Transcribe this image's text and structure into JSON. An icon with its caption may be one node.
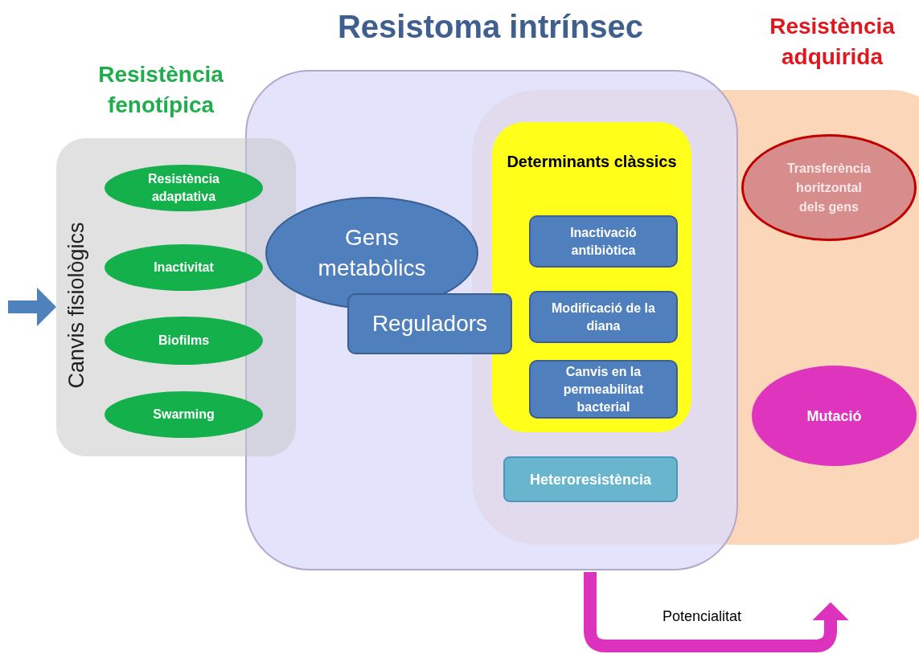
{
  "diagram": {
    "nodes": [
      {
        "text": [
          "Resistència fenotípica",
          "Canvis fisiològics"
        ]
      },
      {
        "text": [
          "Resistència adaptativa"
        ],
        "in": 0
      },
      {
        "text": [
          "Inactivitat"
        ],
        "in": 0
      },
      {
        "text": [
          "Biofilms"
        ],
        "in": 0
      },
      {
        "text": [
          "Swarming"
        ],
        "in": 0
      },
      {
        "text": [
          "Resistoma intrínsec"
        ]
      },
      {
        "text": [
          "Gens metabòlics"
        ],
        "in": 5
      },
      {
        "text": [
          "Reguladors"
        ],
        "in": 5
      },
      {
        "text": [
          "Resistència adquirida"
        ]
      },
      {
        "text": [
          "Determinants clàssics"
        ]
      },
      {
        "text": [
          "Inactivació antibiòtica"
        ],
        "in": 9
      },
      {
        "text": [
          "Modificació de la diana"
        ],
        "in": 9
      },
      {
        "text": [
          "Canvis en la permeabilitat bacterial"
        ],
        "in": 9
      },
      {
        "text": [
          "Heteroresistència"
        ]
      },
      {
        "text": [
          "Transferència horitzontal dels gens"
        ],
        "in": 8
      },
      {
        "text": [
          "Mutació"
        ],
        "in": 8
      }
    ],
    "edges": [
      {
        "from": null,
        "to": 0,
        "arrow": "to",
        "color": "#4f81bd"
      },
      {
        "from": 5,
        "to": null,
        "arrow": "to",
        "color": "#dc32be",
        "label": "Potencialitat"
      }
    ]
  }
}
